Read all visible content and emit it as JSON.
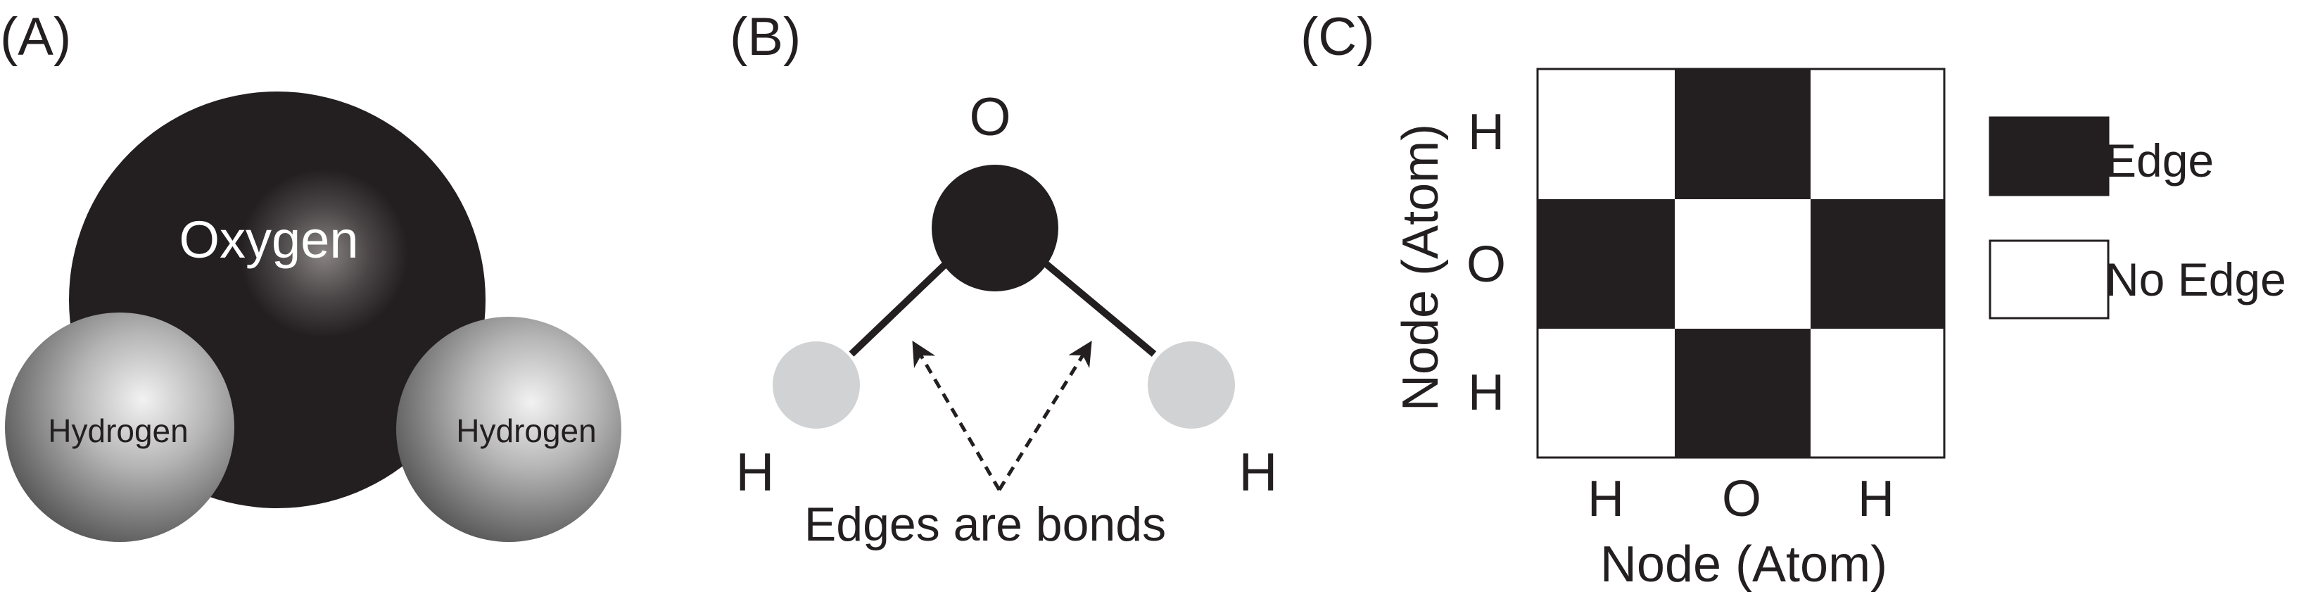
{
  "panel_a": {
    "label": "(A)",
    "oxygen": "Oxygen",
    "hydrogen_left": "Hydrogen",
    "hydrogen_right": "Hydrogen"
  },
  "panel_b": {
    "label": "(B)",
    "atom_o": "O",
    "atom_h_left": "H",
    "atom_h_right": "H",
    "caption": "Edges are bonds"
  },
  "panel_c": {
    "label": "(C)",
    "y_axis_label": "Node (Atom)",
    "x_axis_label": "Node (Atom)",
    "row_labels": [
      "H",
      "O",
      "H"
    ],
    "col_labels": [
      "H",
      "O",
      "H"
    ],
    "matrix": [
      [
        0,
        1,
        0
      ],
      [
        1,
        0,
        1
      ],
      [
        0,
        1,
        0
      ]
    ],
    "legend": {
      "edge": "Edge",
      "no_edge": "No Edge"
    }
  },
  "colors": {
    "edge": "#231f20",
    "no_edge": "#ffffff",
    "hydrogen_node": "#d1d2d4",
    "oxygen_node": "#231f20"
  }
}
